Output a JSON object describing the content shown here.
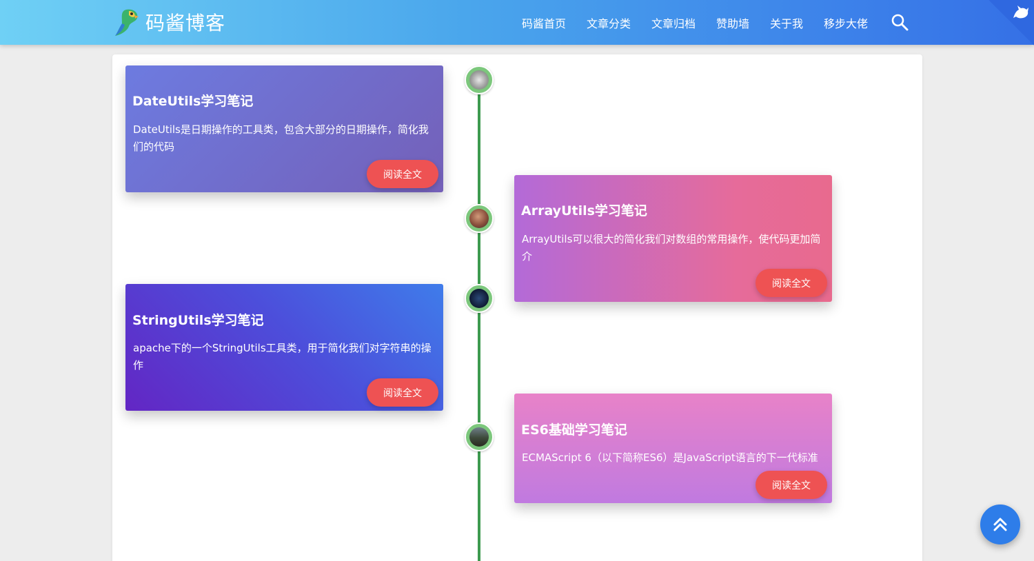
{
  "header": {
    "site_title": "码酱博客",
    "nav": [
      "码酱首页",
      "文章分类",
      "文章归档",
      "赞助墙",
      "关于我",
      "移步大佬"
    ]
  },
  "posts": [
    {
      "title": "DateUtils学习笔记",
      "desc": "DateUtils是日期操作的工具类，包含大部分的日期操作，简化我们的代码",
      "button": "阅读全文"
    },
    {
      "title": "ArrayUtils学习笔记",
      "desc": "ArrayUtils可以很大的简化我们对数组的常用操作，使代码更加简介",
      "button": "阅读全文"
    },
    {
      "title": "StringUtils学习笔记",
      "desc": "apache下的一个StringUtils工具类，用于简化我们对字符串的操作",
      "button": "阅读全文"
    },
    {
      "title": "ES6基础学习笔记",
      "desc": "ECMAScript 6（以下简称ES6）是JavaScript语言的下一代标准",
      "button": "阅读全文"
    }
  ],
  "colors": {
    "header_start": "#6fd0f5",
    "header_end": "#3570e6",
    "timeline": "#3d9a4f",
    "button": "#ee5253",
    "back_top": "#2e7de9"
  },
  "icons": [
    "parrot-logo-icon",
    "search-icon",
    "github-cat-icon",
    "chevron-double-up-icon"
  ]
}
